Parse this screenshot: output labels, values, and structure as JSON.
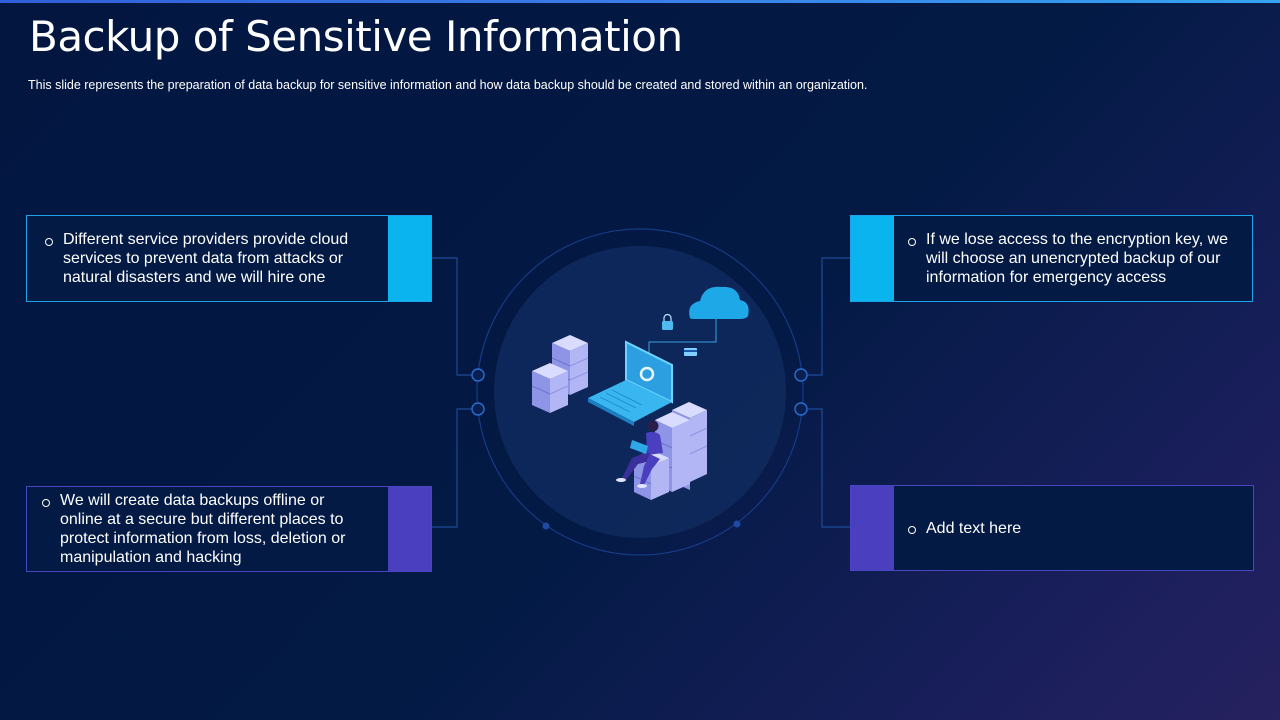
{
  "slide": {
    "title": "Backup of Sensitive Information",
    "subtitle": "This slide represents the preparation  of data backup for sensitive information  and how data backup should be created and stored within an organization."
  },
  "cards": {
    "top_left": "Different service providers provide cloud services to prevent data from attacks or natural disasters and we will hire one",
    "bottom_left": "We will create data backups offline or online at a secure but different places to protect information from loss, deletion or manipulation and hacking",
    "top_right": "If we lose access to the encryption key, we will choose an unencrypted  backup of our information for emergency access",
    "bottom_right": "Add text here"
  },
  "colors": {
    "background": "#021640",
    "accent_cyan": "#0ab4ef",
    "accent_violet": "#4a3fbe"
  },
  "illustration": {
    "description_icons": [
      "cloud-icon",
      "laptop-icon",
      "server-stack-icon",
      "person-with-laptop-icon",
      "lock-icon",
      "card-icon"
    ]
  }
}
